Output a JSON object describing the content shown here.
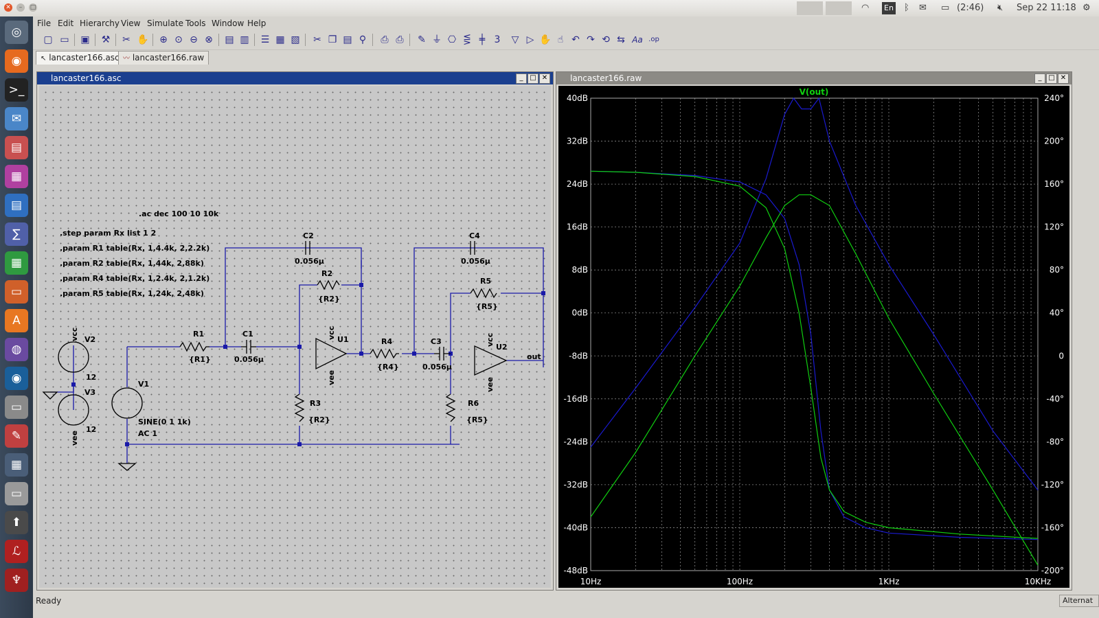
{
  "system": {
    "battery": "(2:46)",
    "keyboard": "En",
    "clock": "Sep 22 11:18"
  },
  "menu": [
    "File",
    "Edit",
    "Hierarchy",
    "View",
    "Simulate",
    "Tools",
    "Window",
    "Help"
  ],
  "tabs": [
    {
      "label": "lancaster166.asc"
    },
    {
      "label": "lancaster166.raw"
    }
  ],
  "schematic": {
    "title": "lancaster166.asc",
    "directives": [
      ".ac dec 100 10 10k",
      ".step param Rx list 1 2",
      ".param R1 table(Rx, 1,4.4k, 2,2.2k)",
      ".param R2 table(Rx, 1,44k, 2,88k)",
      ".param R4 table(Rx, 1,2.4k, 2,1.2k)",
      ".param R5 table(Rx, 1,24k, 2,48k)"
    ],
    "labels": {
      "c2": "C2",
      "c2v": "0.056µ",
      "r2": "R2",
      "r2v": "{R2}",
      "c4": "C4",
      "c4v": "0.056µ",
      "r5": "R5",
      "r5v": "{R5}",
      "r1": "R1",
      "r1v": "{R1}",
      "c1": "C1",
      "c1v": "0.056µ",
      "u1": "U1",
      "r4": "R4",
      "r4v": "{R4}",
      "c3": "C3",
      "c3v": "0.056µ",
      "u2": "U2",
      "out": "out",
      "r3": "R3",
      "r3v": "{R2}",
      "r6": "R6",
      "r6v": "{R5}",
      "v1": "V1",
      "v1v1": "SINE(0 1 1k)",
      "v1v2": "AC 1",
      "v2": "V2",
      "v2v": "12",
      "v3": "V3",
      "v3v": "12",
      "vcc": "vcc",
      "vee": "vee"
    }
  },
  "waveform": {
    "title": "lancaster166.raw",
    "trace_label": "V(out)",
    "left_ticks": [
      "40dB",
      "32dB",
      "24dB",
      "16dB",
      "8dB",
      "0dB",
      "-8dB",
      "-16dB",
      "-24dB",
      "-32dB",
      "-40dB",
      "-48dB"
    ],
    "right_ticks": [
      "240°",
      "200°",
      "160°",
      "120°",
      "80°",
      "40°",
      "0",
      "-40°",
      "-80°",
      "-120°",
      "-160°",
      "-200°"
    ],
    "x_ticks": [
      "10Hz",
      "100Hz",
      "1KHz",
      "10KHz"
    ]
  },
  "chart_data": {
    "type": "line",
    "title": "V(out)",
    "xlabel": "",
    "ylabel": "",
    "x_scale": "log",
    "xlim": [
      10,
      10000
    ],
    "ylim": [
      -48,
      40
    ],
    "y2lim": [
      -200,
      240
    ],
    "grid": true,
    "series": [
      {
        "color": "#1a1ad0",
        "axis": "left",
        "x": [
          10,
          20,
          50,
          100,
          150,
          200,
          230,
          260,
          300,
          340,
          400,
          600,
          1000,
          2000,
          5000,
          10000
        ],
        "y": [
          -25,
          -14,
          1,
          13,
          25,
          37,
          40,
          38,
          38,
          40,
          32,
          20,
          9,
          -4,
          -22,
          -33
        ]
      },
      {
        "color": "#1a1ad0",
        "axis": "right",
        "x": [
          10,
          20,
          50,
          100,
          150,
          200,
          250,
          300,
          350,
          400,
          500,
          700,
          1000,
          3000,
          10000
        ],
        "y": [
          172,
          171,
          168,
          162,
          150,
          128,
          85,
          20,
          -70,
          -125,
          -150,
          -160,
          -165,
          -169,
          -171
        ]
      },
      {
        "color": "#10d010",
        "axis": "left",
        "x": [
          10,
          20,
          50,
          100,
          150,
          200,
          250,
          300,
          400,
          600,
          1000,
          2000,
          5000,
          10000
        ],
        "y": [
          -38,
          -26,
          -8,
          5,
          14,
          20,
          22,
          22,
          20,
          11,
          -1,
          -15,
          -33,
          -47
        ]
      },
      {
        "color": "#10d010",
        "axis": "right",
        "x": [
          10,
          20,
          50,
          100,
          150,
          200,
          250,
          300,
          350,
          400,
          500,
          700,
          1000,
          3000,
          10000
        ],
        "y": [
          172,
          171,
          167,
          158,
          138,
          100,
          40,
          -30,
          -95,
          -125,
          -145,
          -155,
          -160,
          -166,
          -170
        ]
      }
    ]
  }
}
